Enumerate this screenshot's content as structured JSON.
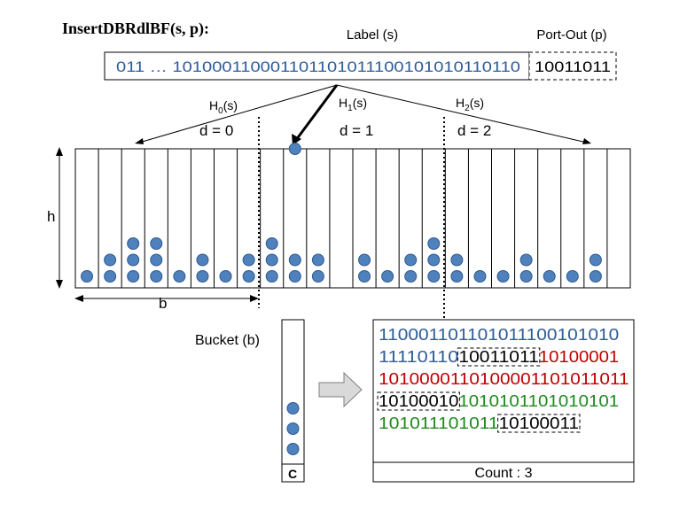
{
  "title": "InsertDBRdlBF(s, p):",
  "label_heading": "Label (s)",
  "port_heading": "Port-Out (p)",
  "label_bits": "011 … 101000110001101101011100101010110110",
  "port_bits": "10011011",
  "hash_labels": [
    {
      "name": "H",
      "sub": "0",
      "arg": "(s)"
    },
    {
      "name": "H",
      "sub": "1",
      "arg": "(s)"
    },
    {
      "name": "H",
      "sub": "2",
      "arg": "(s)"
    }
  ],
  "partitions": [
    "d = 0",
    "d = 1",
    "d = 2"
  ],
  "h_label": "h",
  "b_label": "b",
  "bucket_label": "Bucket (b)",
  "counter_label": "C",
  "column_counts": [
    1,
    2,
    3,
    3,
    1,
    2,
    1,
    2,
    3,
    2,
    2,
    0,
    2,
    1,
    2,
    3,
    2,
    1,
    1,
    2,
    1,
    1,
    2,
    0
  ],
  "highlight_column": 9,
  "bucket_dots": 3,
  "detail_rows": [
    [
      {
        "t": "110001101101011100101010",
        "c": "blue"
      }
    ],
    [
      {
        "t": "11110110",
        "c": "blue"
      },
      {
        "t": "10011011",
        "c": "black",
        "box": true
      },
      {
        "t": "10100001",
        "c": "red"
      }
    ],
    [
      {
        "t": "1010000110100001101011011",
        "c": "red"
      }
    ],
    [
      {
        "t": "10100010",
        "c": "black",
        "box": true
      },
      {
        "t": "1010101101010101",
        "c": "green"
      }
    ],
    [
      {
        "t": "101011101011",
        "c": "green"
      },
      {
        "t": "10100011",
        "c": "black",
        "box": true
      }
    ]
  ],
  "count_text": "Count : 3",
  "colors": {
    "blue": "#2e5c9a",
    "red": "#c00000",
    "green": "#1e8a1e",
    "black": "#000000",
    "dot": "#4f81bd",
    "dot_stroke": "#2f5a8f",
    "arrow_fill": "#d9d9d9"
  }
}
